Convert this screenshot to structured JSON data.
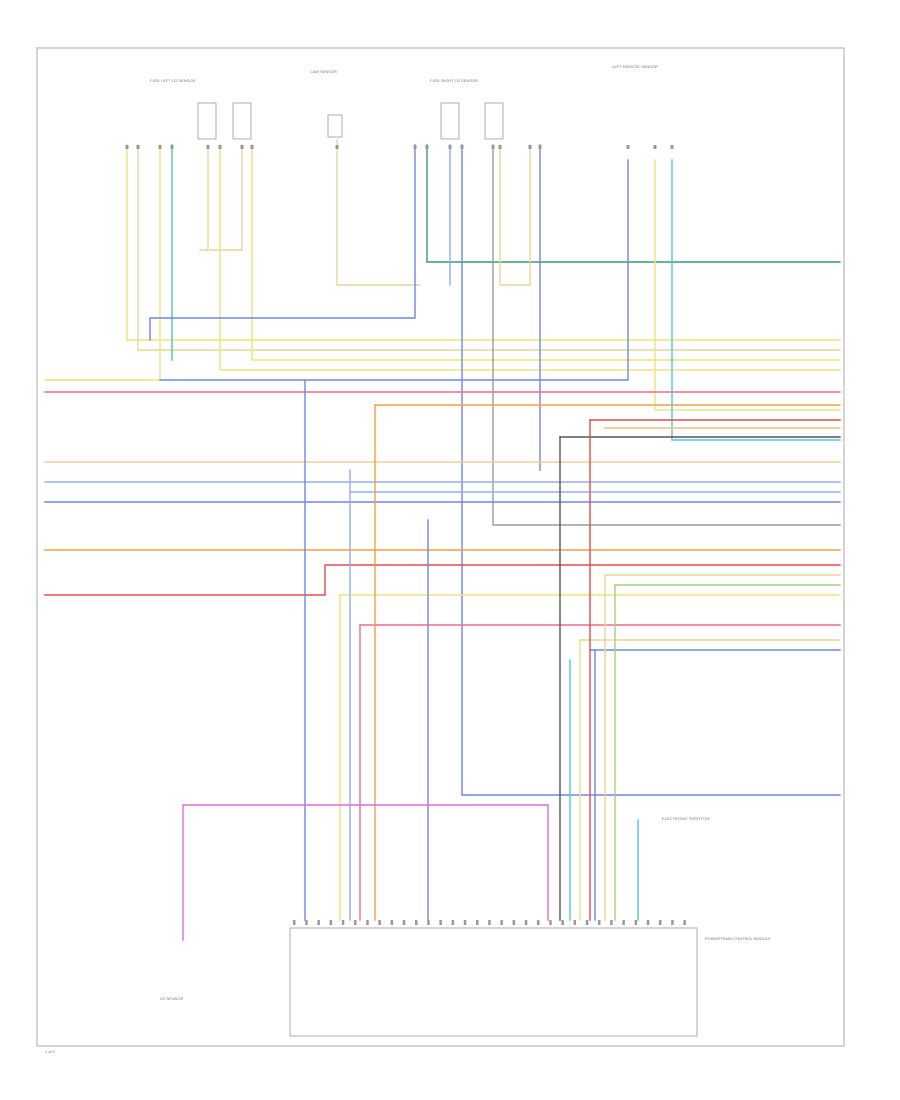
{
  "page_label": "1 of 2",
  "colors": {
    "yellow": "#f2e27a",
    "tan": "#e8d49a",
    "light_blue": "#93aef2",
    "blue": "#6f86e8",
    "cyan": "#4fc7e6",
    "green": "#3f9a73",
    "pink": "#f06c86",
    "red": "#e8484a",
    "orange": "#f2a040",
    "magenta": "#e06ad8",
    "gray": "#9c9c9c",
    "dark_gray": "#555555",
    "frame": "#b8b8b8"
  },
  "components": [
    {
      "name": "FUEL LEFT O2 SENSOR",
      "label": "FUEL LEFT O2 SENSOR"
    },
    {
      "name": "CAM SENSOR",
      "label": "CAM SENSOR"
    },
    {
      "name": "FUEL RIGHT O2 SENSOR",
      "label": "FUEL RIGHT O2 SENSOR"
    },
    {
      "name": "LEFT REMOTE SENSOR",
      "label": "LEFT REMOTE SENSOR"
    }
  ],
  "pcm_label": "POWERTRAIN CONTROL MODULE",
  "lower_left_label": "O2 SENSOR",
  "bottom_note": "ELECTRONIC THROTTLE"
}
